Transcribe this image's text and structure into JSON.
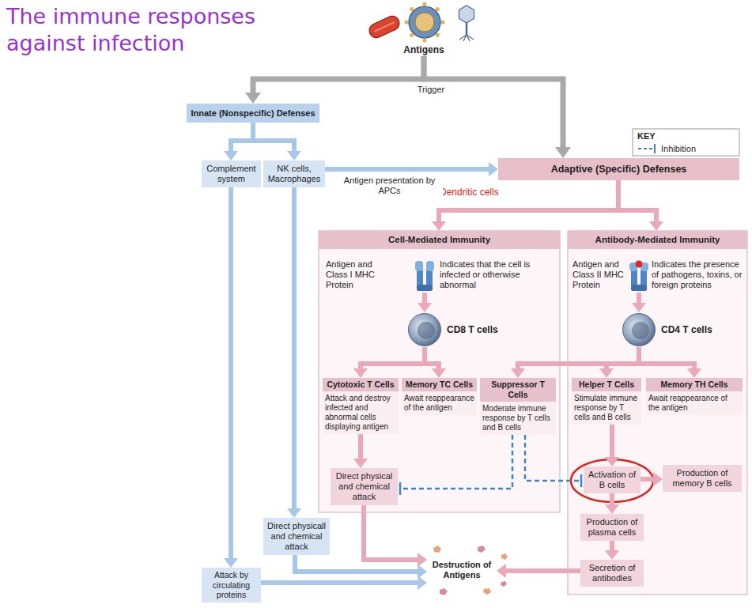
{
  "diagram": {
    "title": "The immune responses against infection",
    "nodes": [
      {
        "text": [
          "Antigens"
        ]
      },
      {
        "text": [
          "Innate (Nonspecific) Defenses"
        ]
      },
      {
        "text": [
          "Complement system"
        ]
      },
      {
        "text": [
          "NK cells, Macrophages"
        ]
      },
      {
        "text": [
          "Adaptive (Specific) Defenses"
        ]
      },
      {
        "text": [
          "Cell-Mediated Immunity"
        ]
      },
      {
        "text": [
          "CD8 T cells"
        ],
        "in": 5
      },
      {
        "text": [
          "Cytotoxic T Cells",
          "Attack and destroy infected and abnormal cells displaying antigen"
        ],
        "in": 5
      },
      {
        "text": [
          "Memory TC Cells",
          "Await reappearance of the antigen"
        ],
        "in": 5
      },
      {
        "text": [
          "Suppressor T Cells",
          "Moderate immune response by T cells and B cells"
        ],
        "in": 5
      },
      {
        "text": [
          "Direct physical and chemical attack"
        ],
        "in": 5
      },
      {
        "text": [
          "Antibody-Mediated Immunity"
        ]
      },
      {
        "text": [
          "CD4 T cells"
        ],
        "in": 11
      },
      {
        "text": [
          "Helper T Cells",
          "Stimulate immune response by T cells and B cells"
        ],
        "in": 11
      },
      {
        "text": [
          "Memory TH Cells",
          "Await reappearance of the antigen"
        ],
        "in": 11
      },
      {
        "text": [
          "Activation of B cells"
        ],
        "in": 11
      },
      {
        "text": [
          "Production of memory B cells"
        ],
        "in": 11
      },
      {
        "text": [
          "Production of plasma cells"
        ],
        "in": 11
      },
      {
        "text": [
          "Secretion of antibodies"
        ],
        "in": 11
      },
      {
        "text": [
          "Direct physicall and chemical attack"
        ]
      },
      {
        "text": [
          "Destruction of Antigens"
        ]
      },
      {
        "text": [
          "Attack by circulating proteins"
        ]
      }
    ],
    "edges": [
      {
        "from": 0,
        "to": 1,
        "arrow": "to"
      },
      {
        "from": 0,
        "to": 4,
        "arrow": "to"
      },
      {
        "from": 1,
        "to": 2,
        "arrow": "to"
      },
      {
        "from": 1,
        "to": 3,
        "arrow": "to"
      },
      {
        "from": 3,
        "to": 4,
        "label": "Antigen presentation by APCs",
        "arrow": "to"
      },
      {
        "from": 4,
        "to": 5,
        "arrow": "to"
      },
      {
        "from": 4,
        "to": 11,
        "arrow": "to"
      },
      {
        "from": 6,
        "to": 7,
        "arrow": "to"
      },
      {
        "from": 6,
        "to": 8,
        "arrow": "to"
      },
      {
        "from": 12,
        "to": 13,
        "arrow": "to"
      },
      {
        "from": 12,
        "to": 14,
        "arrow": "to"
      },
      {
        "from": 12,
        "to": 9,
        "arrow": "to"
      },
      {
        "from": 7,
        "to": 10,
        "arrow": "to"
      },
      {
        "from": 9,
        "to": 10,
        "arrow": "to"
      },
      {
        "from": 9,
        "to": 15,
        "arrow": "to"
      },
      {
        "from": 13,
        "to": 15,
        "arrow": "to"
      },
      {
        "from": 15,
        "to": 16,
        "arrow": "to"
      },
      {
        "from": 15,
        "to": 17,
        "arrow": "to"
      },
      {
        "from": 17,
        "to": 18,
        "arrow": "to"
      },
      {
        "from": 18,
        "to": 20,
        "arrow": "to"
      },
      {
        "from": 10,
        "to": 20,
        "arrow": "to"
      },
      {
        "from": 3,
        "to": 19,
        "arrow": "to"
      },
      {
        "from": 19,
        "to": 20,
        "arrow": "to"
      },
      {
        "from": 2,
        "to": 21,
        "arrow": "to"
      },
      {
        "from": 21,
        "to": 20,
        "arrow": "to"
      }
    ],
    "labels": [
      "Trigger",
      "Dendritic cells",
      "KEY",
      "Antigen and Class I MHC Protein",
      "Indicates that the cell is infected or otherwise abnormal",
      "Antigen and Class II MHC Protein",
      "Indicates the presence of pathogens, toxins, or foreign proteins"
    ],
    "legend": [
      {
        "text": "Inhibition"
      }
    ]
  }
}
